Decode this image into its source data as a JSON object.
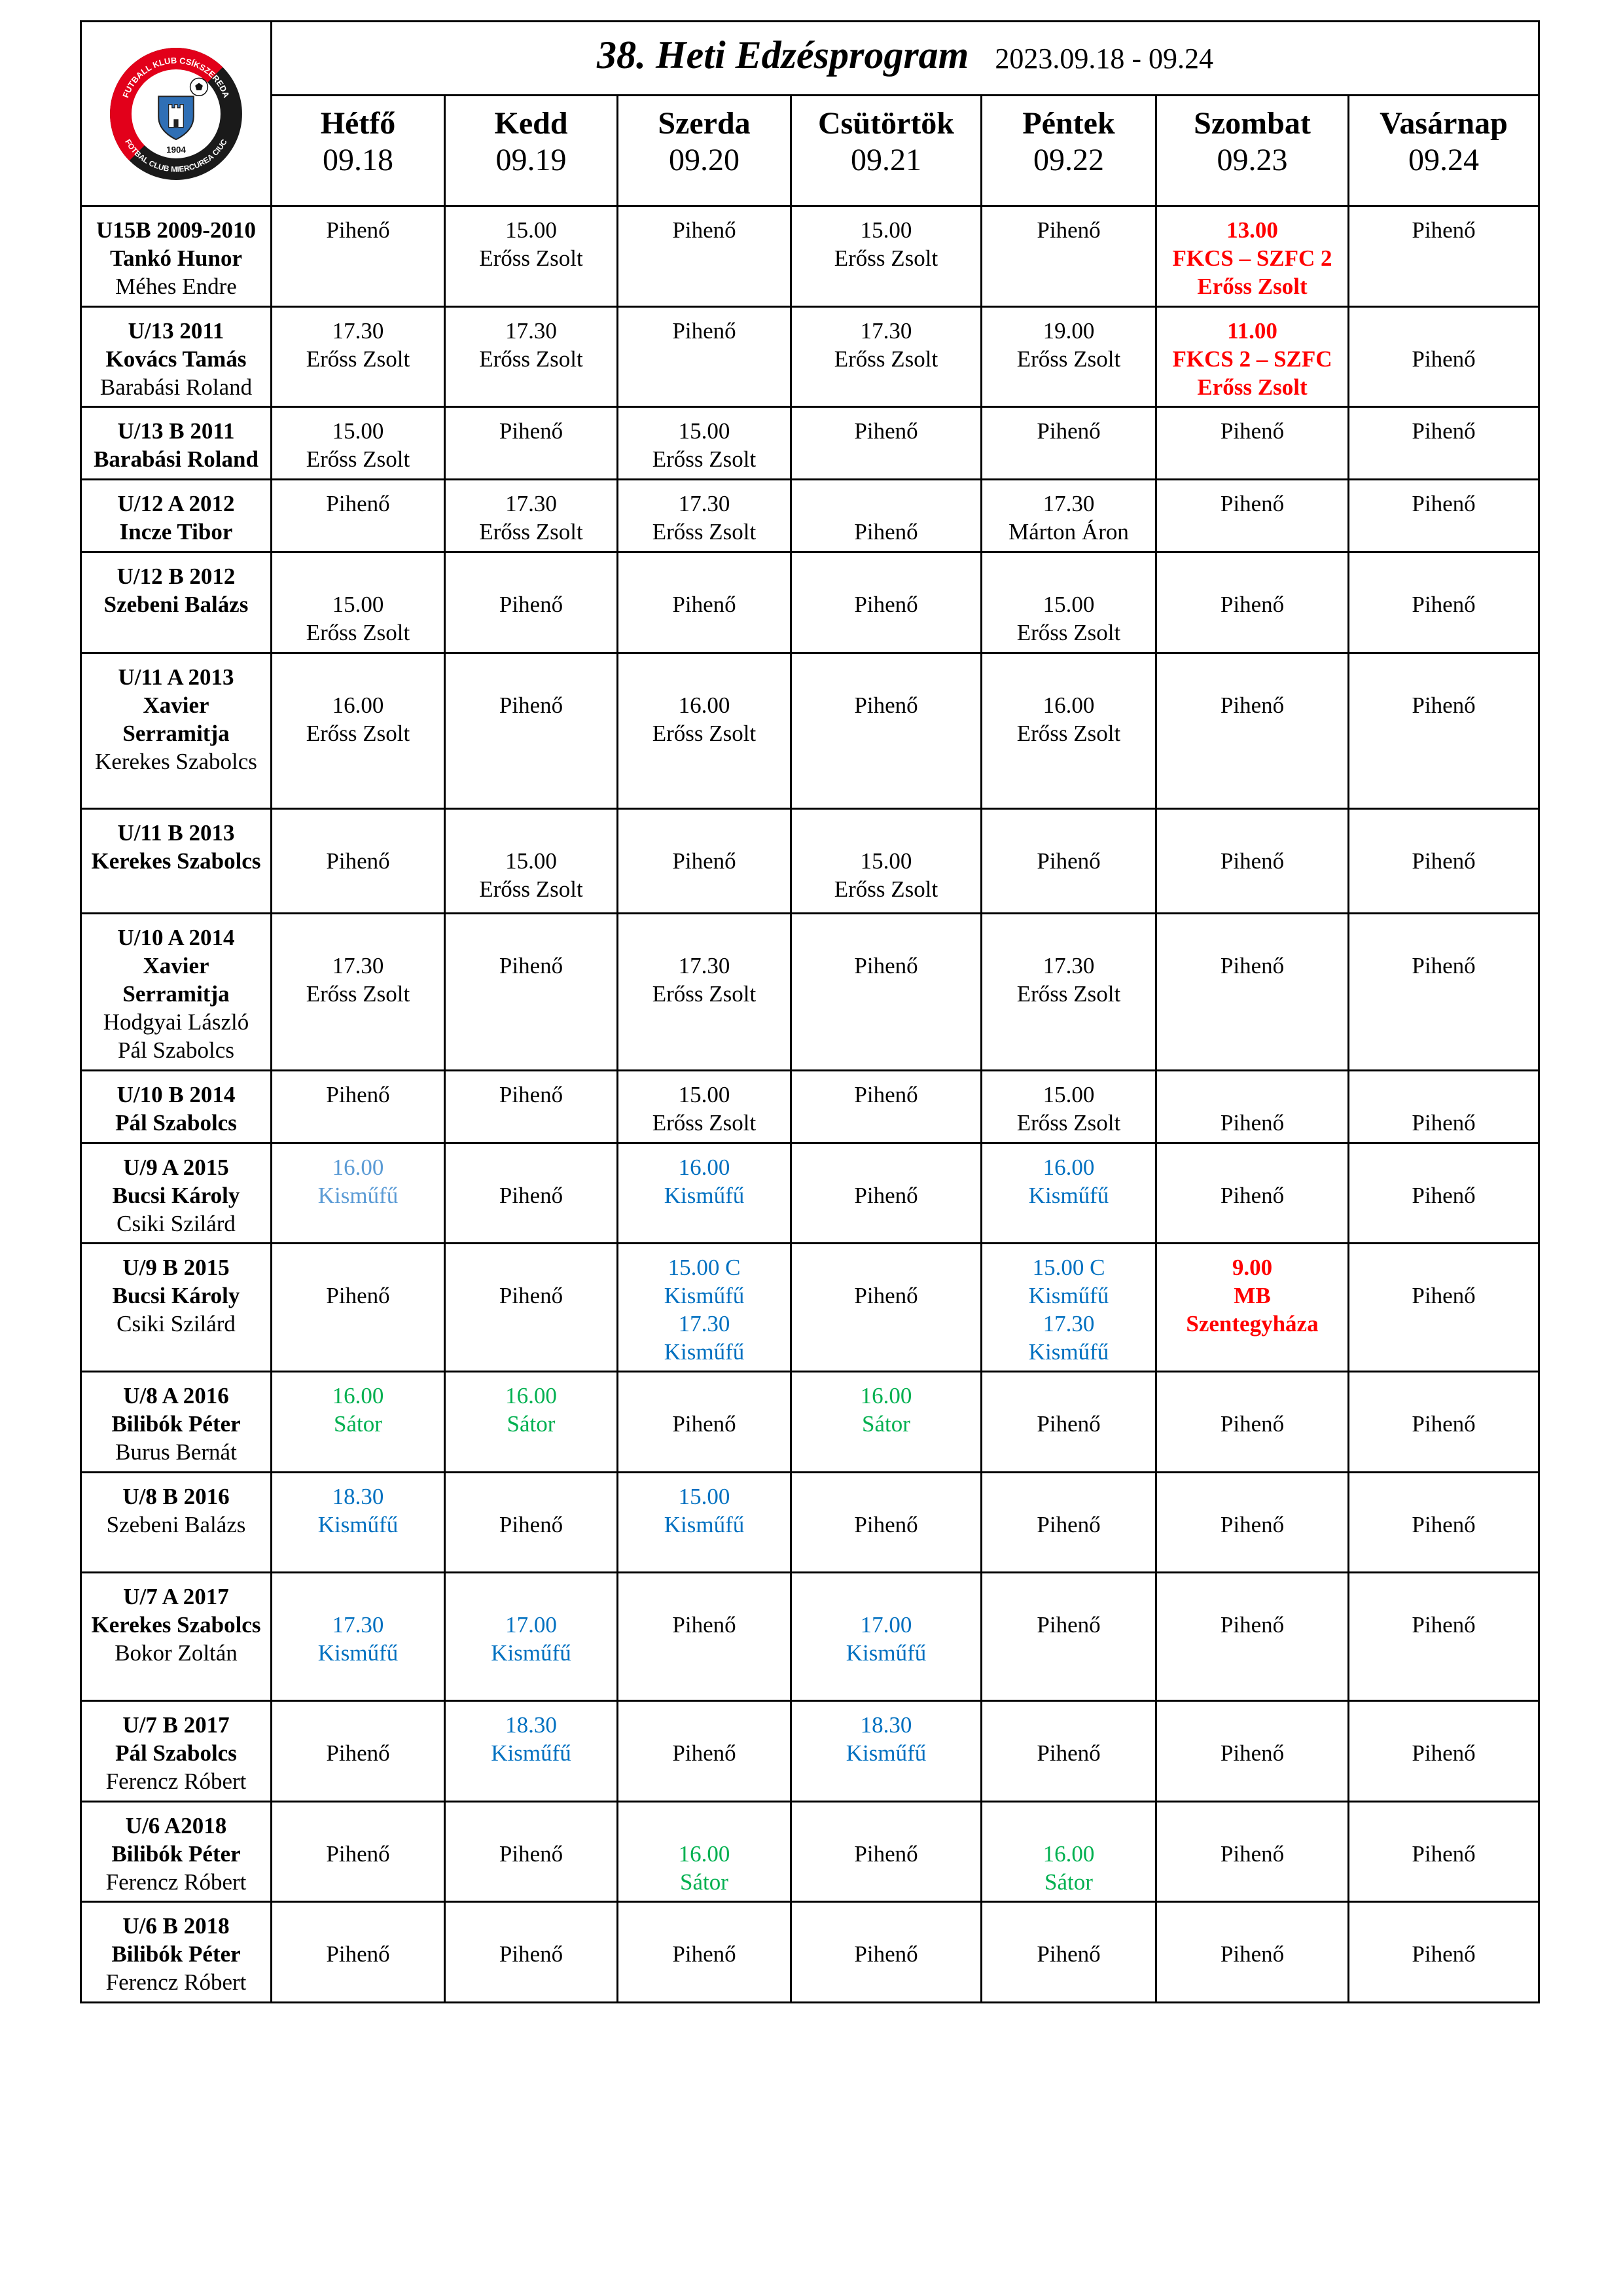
{
  "logo": {
    "text_top": "FUTBALL KLUB CSÍKSZEREDA",
    "text_bottom": "FOTBAL CLUB MIERCUREA CIUC",
    "year": "1904",
    "colors": {
      "red": "#e2001a",
      "black": "#1a1a1a",
      "shield": "#2f6fb5"
    }
  },
  "title": "38. Heti Edzésprogram",
  "date_range": "2023.09.18 - 09.24",
  "days": [
    {
      "name": "Hétfő",
      "date": "09.18"
    },
    {
      "name": "Kedd",
      "date": "09.19"
    },
    {
      "name": "Szerda",
      "date": "09.20"
    },
    {
      "name": "Csütörtök",
      "date": "09.21"
    },
    {
      "name": "Péntek",
      "date": "09.22"
    },
    {
      "name": "Szombat",
      "date": "09.23"
    },
    {
      "name": "Vasárnap",
      "date": "09.24"
    }
  ],
  "groups": [
    {
      "lines_bold": [
        "U15B 2009-2010",
        "Tankó Hunor"
      ],
      "lines": [
        "Méhes Endre"
      ],
      "cells": [
        {
          "lines": [
            "Pihenő"
          ]
        },
        {
          "lines": [
            "15.00",
            "Erőss Zsolt"
          ]
        },
        {
          "lines": [
            "Pihenő"
          ]
        },
        {
          "lines": [
            "15.00",
            "Erőss Zsolt"
          ]
        },
        {
          "lines": [
            "Pihenő"
          ]
        },
        {
          "lines": [
            "13.00",
            "FKCS – SZFC 2",
            "Erőss Zsolt"
          ],
          "color": "#ff0000",
          "bold": true
        },
        {
          "lines": [
            "Pihenő"
          ]
        }
      ]
    },
    {
      "lines_bold": [
        "U/13 2011",
        "Kovács Tamás"
      ],
      "lines": [
        "Barabási Roland"
      ],
      "cells": [
        {
          "lines": [
            "17.30",
            "Erőss Zsolt"
          ]
        },
        {
          "lines": [
            "17.30",
            "Erőss Zsolt"
          ]
        },
        {
          "lines": [
            "Pihenő"
          ]
        },
        {
          "lines": [
            "17.30",
            "Erőss Zsolt"
          ]
        },
        {
          "lines": [
            "19.00",
            "Erőss Zsolt"
          ]
        },
        {
          "lines": [
            "11.00",
            "FKCS 2 – SZFC",
            "Erőss Zsolt"
          ],
          "color": "#ff0000",
          "bold": true
        },
        {
          "lines": [
            "Pihenő"
          ]
        }
      ]
    },
    {
      "lines_bold": [
        "U/13 B 2011",
        "Barabási Roland"
      ],
      "lines": [],
      "cells": [
        {
          "lines": [
            "15.00",
            "Erőss Zsolt"
          ]
        },
        {
          "lines": [
            "Pihenő"
          ]
        },
        {
          "lines": [
            "15.00",
            "Erőss Zsolt"
          ]
        },
        {
          "lines": [
            "Pihenő"
          ]
        },
        {
          "lines": [
            "Pihenő"
          ]
        },
        {
          "lines": [
            "Pihenő"
          ]
        },
        {
          "lines": [
            "Pihenő"
          ]
        }
      ]
    },
    {
      "lines_bold": [
        "U/12 A 2012",
        "Incze Tibor"
      ],
      "lines": [],
      "cells": [
        {
          "lines": [
            "Pihenő"
          ]
        },
        {
          "lines": [
            "17.30",
            "Erőss Zsolt"
          ]
        },
        {
          "lines": [
            "17.30",
            "Erőss Zsolt"
          ]
        },
        {
          "lines": [
            "Pihenő"
          ]
        },
        {
          "lines": [
            "17.30",
            "Márton Áron"
          ]
        },
        {
          "lines": [
            "Pihenő"
          ]
        },
        {
          "lines": [
            "Pihenő"
          ]
        }
      ]
    },
    {
      "lines_bold": [
        "U/12 B 2012",
        "Szebeni Balázs"
      ],
      "lines": [],
      "cells": [
        {
          "lines": [
            "15.00",
            "Erőss Zsolt"
          ]
        },
        {
          "lines": [
            "Pihenő"
          ]
        },
        {
          "lines": [
            "Pihenő"
          ]
        },
        {
          "lines": [
            "Pihenő"
          ]
        },
        {
          "lines": [
            "15.00",
            "Erőss Zsolt"
          ]
        },
        {
          "lines": [
            "Pihenő"
          ]
        },
        {
          "lines": [
            "Pihenő"
          ]
        }
      ]
    },
    {
      "lines_bold": [
        "U/11 A 2013",
        "Xavier",
        "Serramitja"
      ],
      "lines": [
        "Kerekes Szabolcs"
      ],
      "cells": [
        {
          "lines": [
            "16.00",
            "Erőss Zsolt"
          ]
        },
        {
          "lines": [
            "Pihenő"
          ]
        },
        {
          "lines": [
            "16.00",
            "Erőss Zsolt"
          ]
        },
        {
          "lines": [
            "Pihenő"
          ]
        },
        {
          "lines": [
            "16.00",
            "Erőss Zsolt"
          ]
        },
        {
          "lines": [
            "Pihenő"
          ]
        },
        {
          "lines": [
            "Pihenő"
          ]
        }
      ]
    },
    {
      "lines_bold": [
        "U/11 B 2013",
        "Kerekes Szabolcs"
      ],
      "lines": [],
      "cells": [
        {
          "lines": [
            "Pihenő"
          ]
        },
        {
          "lines": [
            "15.00",
            "Erőss Zsolt"
          ]
        },
        {
          "lines": [
            "Pihenő"
          ]
        },
        {
          "lines": [
            "15.00",
            "Erőss Zsolt"
          ]
        },
        {
          "lines": [
            "Pihenő"
          ]
        },
        {
          "lines": [
            "Pihenő"
          ]
        },
        {
          "lines": [
            "Pihenő"
          ]
        }
      ]
    },
    {
      "lines_bold": [
        "U/10 A 2014",
        "Xavier",
        "Serramitja"
      ],
      "lines": [
        "Hodgyai László",
        "Pál Szabolcs"
      ],
      "cells": [
        {
          "lines": [
            "17.30",
            "Erőss Zsolt"
          ]
        },
        {
          "lines": [
            "Pihenő"
          ]
        },
        {
          "lines": [
            "17.30",
            "Erőss Zsolt"
          ]
        },
        {
          "lines": [
            "Pihenő"
          ]
        },
        {
          "lines": [
            "17.30",
            "Erőss Zsolt"
          ]
        },
        {
          "lines": [
            "Pihenő"
          ]
        },
        {
          "lines": [
            "Pihenő"
          ]
        }
      ]
    },
    {
      "lines_bold": [
        "U/10 B 2014",
        "Pál Szabolcs"
      ],
      "lines": [],
      "cells": [
        {
          "lines": [
            "Pihenő"
          ]
        },
        {
          "lines": [
            "Pihenő"
          ]
        },
        {
          "lines": [
            "15.00",
            "Erőss Zsolt"
          ]
        },
        {
          "lines": [
            "Pihenő"
          ]
        },
        {
          "lines": [
            "15.00",
            "Erőss Zsolt"
          ]
        },
        {
          "lines": [
            "Pihenő"
          ]
        },
        {
          "lines": [
            "Pihenő"
          ]
        }
      ]
    },
    {
      "lines_bold": [
        "U/9 A 2015",
        "Bucsi Károly"
      ],
      "lines": [
        "Csiki Szilárd"
      ],
      "cells": [
        {
          "lines": [
            "16.00",
            "Kisműfű"
          ],
          "color": "#5b9bd5"
        },
        {
          "lines": [
            "Pihenő"
          ]
        },
        {
          "lines": [
            "16.00",
            "Kisműfű"
          ],
          "color": "#0070c0"
        },
        {
          "lines": [
            "Pihenő"
          ]
        },
        {
          "lines": [
            "16.00",
            "Kisműfű"
          ],
          "color": "#0070c0"
        },
        {
          "lines": [
            "Pihenő"
          ]
        },
        {
          "lines": [
            "Pihenő"
          ]
        }
      ]
    },
    {
      "lines_bold": [
        "U/9 B 2015",
        "Bucsi Károly"
      ],
      "lines": [
        "Csiki Szilárd"
      ],
      "cells": [
        {
          "lines": [
            "Pihenő"
          ]
        },
        {
          "lines": [
            "Pihenő"
          ]
        },
        {
          "lines": [
            "15.00 C",
            "Kisműfű",
            "17.30",
            "Kisműfű"
          ],
          "color": "#0070c0"
        },
        {
          "lines": [
            "Pihenő"
          ]
        },
        {
          "lines": [
            "15.00 C",
            "Kisműfű",
            "17.30",
            "Kisműfű"
          ],
          "color": "#0070c0"
        },
        {
          "lines": [
            "9.00",
            "MB",
            "Szentegyháza"
          ],
          "color": "#ff0000",
          "bold": true
        },
        {
          "lines": [
            "Pihenő"
          ]
        }
      ]
    },
    {
      "lines_bold": [
        "U/8 A 2016",
        "Bilibók Péter"
      ],
      "lines": [
        "Burus Bernát"
      ],
      "cells": [
        {
          "lines": [
            "16.00",
            "Sátor"
          ],
          "color": "#00b050"
        },
        {
          "lines": [
            "16.00",
            "Sátor"
          ],
          "color": "#00b050"
        },
        {
          "lines": [
            "Pihenő"
          ]
        },
        {
          "lines": [
            "16.00",
            "Sátor"
          ],
          "color": "#00b050"
        },
        {
          "lines": [
            "Pihenő"
          ]
        },
        {
          "lines": [
            "Pihenő"
          ]
        },
        {
          "lines": [
            "Pihenő"
          ]
        }
      ]
    },
    {
      "lines_bold": [
        "U/8 B 2016"
      ],
      "lines": [
        "Szebeni Balázs"
      ],
      "cells": [
        {
          "lines": [
            "18.30",
            "Kisműfű"
          ],
          "color": "#0070c0"
        },
        {
          "lines": [
            "Pihenő"
          ]
        },
        {
          "lines": [
            "15.00",
            "Kisműfű"
          ],
          "color": "#0070c0"
        },
        {
          "lines": [
            "Pihenő"
          ]
        },
        {
          "lines": [
            "Pihenő"
          ]
        },
        {
          "lines": [
            "Pihenő"
          ]
        },
        {
          "lines": [
            "Pihenő"
          ]
        }
      ]
    },
    {
      "lines_bold": [
        "U/7 A 2017",
        "Kerekes Szabolcs"
      ],
      "lines": [
        "Bokor Zoltán"
      ],
      "cells": [
        {
          "lines": [
            "17.30",
            "Kisműfű"
          ],
          "color": "#0070c0"
        },
        {
          "lines": [
            "17.00",
            "Kisműfű"
          ],
          "color": "#0070c0"
        },
        {
          "lines": [
            "Pihenő"
          ]
        },
        {
          "lines": [
            "17.00",
            "Kisműfű"
          ],
          "color": "#0070c0"
        },
        {
          "lines": [
            "Pihenő"
          ]
        },
        {
          "lines": [
            "Pihenő"
          ]
        },
        {
          "lines": [
            "Pihenő"
          ]
        }
      ]
    },
    {
      "lines_bold": [
        "U/7 B 2017",
        "Pál Szabolcs"
      ],
      "lines": [
        "Ferencz Róbert"
      ],
      "cells": [
        {
          "lines": [
            "Pihenő"
          ]
        },
        {
          "lines": [
            "18.30",
            "Kisműfű"
          ],
          "color": "#0070c0"
        },
        {
          "lines": [
            "Pihenő"
          ]
        },
        {
          "lines": [
            "18.30",
            "Kisműfű"
          ],
          "color": "#0070c0"
        },
        {
          "lines": [
            "Pihenő"
          ]
        },
        {
          "lines": [
            "Pihenő"
          ]
        },
        {
          "lines": [
            "Pihenő"
          ]
        }
      ]
    },
    {
      "lines_bold": [
        "U/6 A2018",
        "Bilibók Péter"
      ],
      "lines": [
        "Ferencz Róbert"
      ],
      "cells": [
        {
          "lines": [
            "Pihenő"
          ]
        },
        {
          "lines": [
            "Pihenő"
          ]
        },
        {
          "lines": [
            "16.00",
            "Sátor"
          ],
          "color": "#00b050"
        },
        {
          "lines": [
            "Pihenő"
          ]
        },
        {
          "lines": [
            "16.00",
            "Sátor"
          ],
          "color": "#00b050"
        },
        {
          "lines": [
            "Pihenő"
          ]
        },
        {
          "lines": [
            "Pihenő"
          ]
        }
      ]
    },
    {
      "lines_bold": [
        "U/6 B 2018",
        "Bilibók Péter"
      ],
      "lines": [
        "Ferencz Róbert"
      ],
      "cells": [
        {
          "lines": [
            "Pihenő"
          ]
        },
        {
          "lines": [
            "Pihenő"
          ]
        },
        {
          "lines": [
            "Pihenő"
          ]
        },
        {
          "lines": [
            "Pihenő"
          ]
        },
        {
          "lines": [
            "Pihenő"
          ]
        },
        {
          "lines": [
            "Pihenő"
          ]
        },
        {
          "lines": [
            "Pihenő"
          ]
        }
      ]
    }
  ]
}
